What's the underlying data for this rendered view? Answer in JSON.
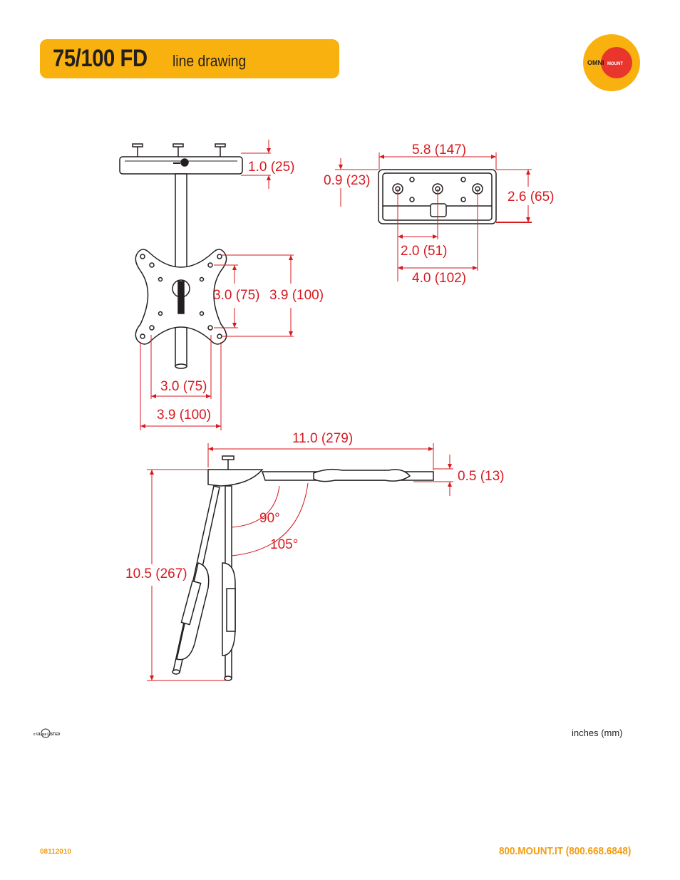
{
  "header": {
    "title": "75/100 FD",
    "subtitle": "line drawing",
    "accent_color": "#f9b10f"
  },
  "logo": {
    "brand_left": "OMNI",
    "brand_right": "MOUNT",
    "colors": {
      "outer": "#f9b10f",
      "inner": "#e8362d"
    }
  },
  "dimensions": {
    "top_plate_height": "1.0 (25)",
    "plate_width": "5.8 (147)",
    "plate_offset": "0.9 (23)",
    "plate_depth": "2.6 (65)",
    "hole_spacing_small": "2.0 (51)",
    "hole_spacing_large": "4.0 (102)",
    "vesa_vertical_small": "3.0 (75)",
    "vesa_vertical_large": "3.9 (100)",
    "vesa_horizontal_small": "3.0 (75)",
    "vesa_horizontal_large": "3.9 (100)",
    "arm_length": "11.0 (279)",
    "arm_thickness": "0.5 (13)",
    "drop_height": "10.5 (267)",
    "angle_small": "90°",
    "angle_large": "105°",
    "color": "#d71920"
  },
  "certification": {
    "mark": "c UL us LISTED"
  },
  "units_note": "inches (mm)",
  "footer": {
    "document_number": "08112010",
    "phone": "800.MOUNT.IT (800.668.6848)",
    "color": "#f39c12"
  }
}
